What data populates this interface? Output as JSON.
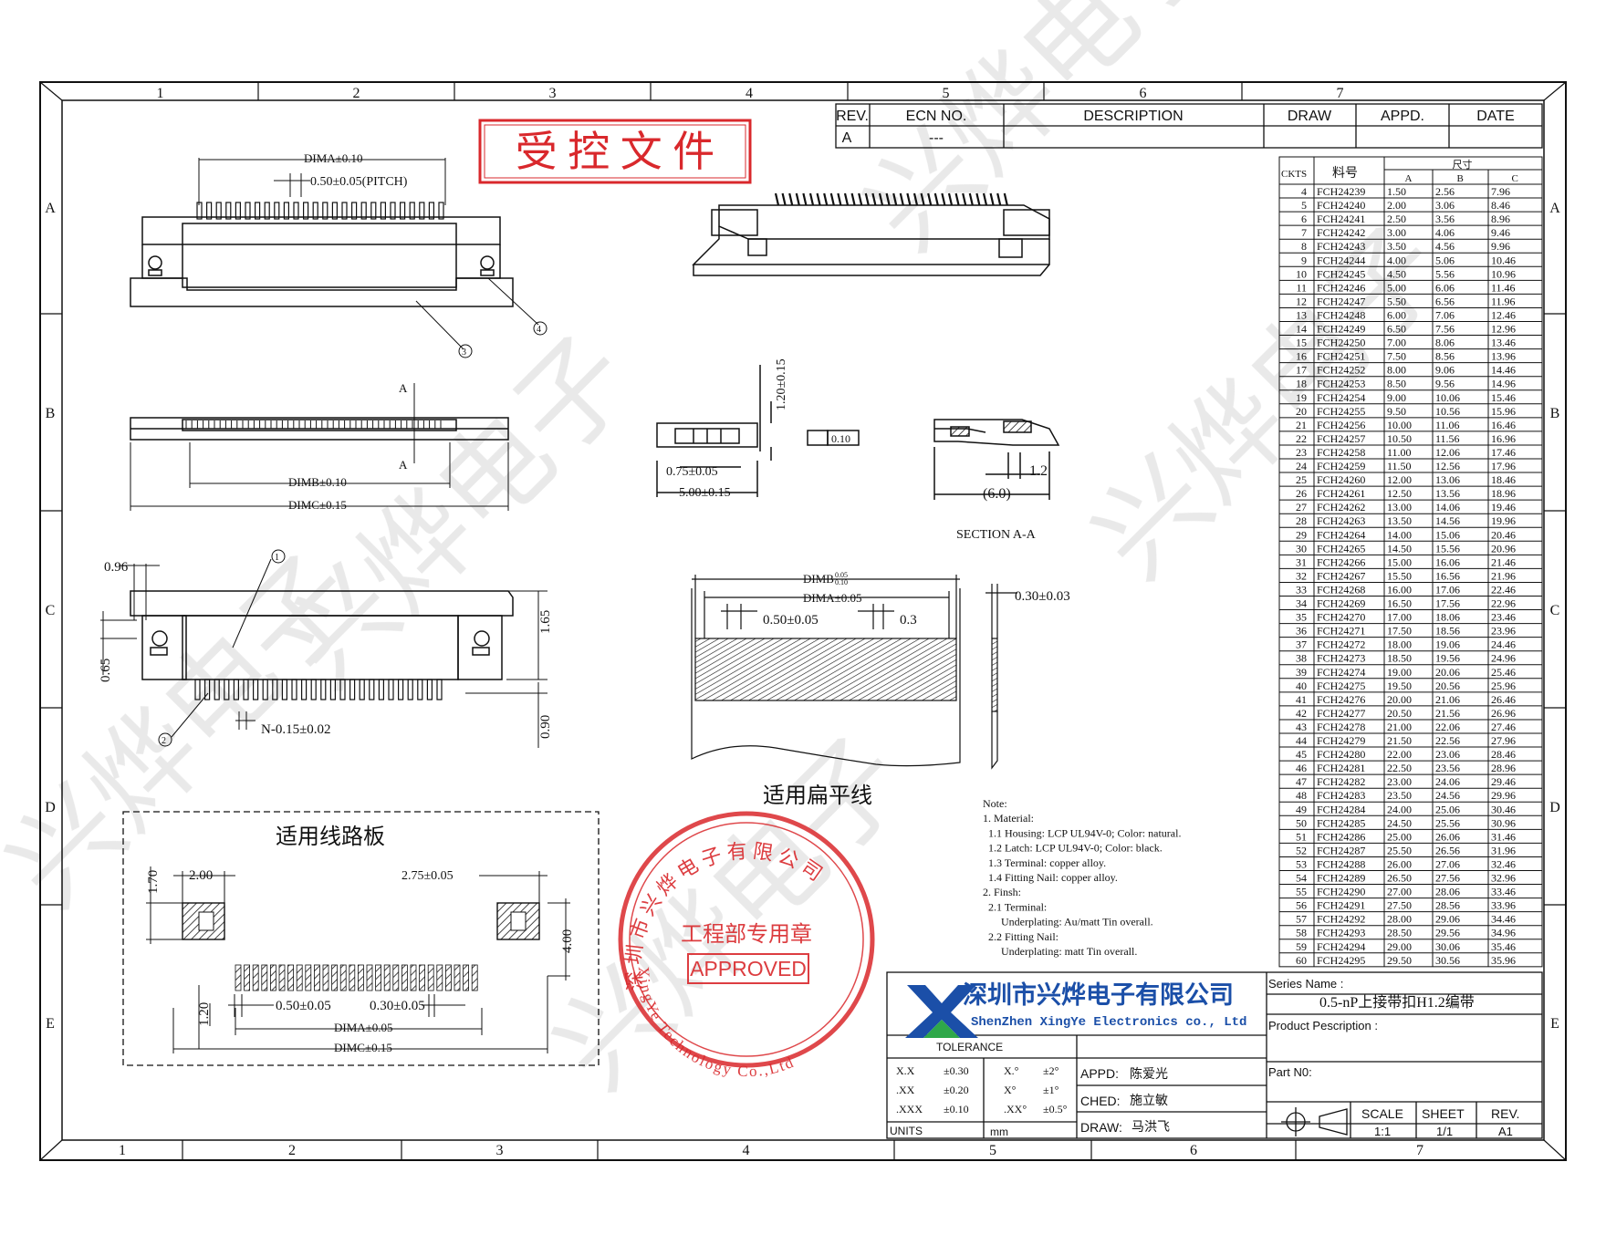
{
  "border": {
    "cols_top": [
      "1",
      "2",
      "3",
      "4",
      "5",
      "6",
      "7"
    ],
    "cols_bottom": [
      "1",
      "2",
      "3",
      "4",
      "5",
      "6",
      "7"
    ],
    "rows": [
      "A",
      "B",
      "C",
      "D",
      "E"
    ]
  },
  "controlled_stamp": "受 控 文 件",
  "revision_table": {
    "headers": [
      "REV.",
      "ECN NO.",
      "DESCRIPTION",
      "DRAW",
      "APPD.",
      "DATE"
    ],
    "row": [
      "A",
      "---",
      "",
      "",
      "",
      ""
    ]
  },
  "parts_table": {
    "col_ckts": "CKTS",
    "col_part": "料号",
    "col_dims": "尺寸",
    "sub_headers": [
      "A",
      "B",
      "C"
    ],
    "rows": [
      [
        "4",
        "FCH24239",
        "1.50",
        "2.56",
        "7.96"
      ],
      [
        "5",
        "FCH24240",
        "2.00",
        "3.06",
        "8.46"
      ],
      [
        "6",
        "FCH24241",
        "2.50",
        "3.56",
        "8.96"
      ],
      [
        "7",
        "FCH24242",
        "3.00",
        "4.06",
        "9.46"
      ],
      [
        "8",
        "FCH24243",
        "3.50",
        "4.56",
        "9.96"
      ],
      [
        "9",
        "FCH24244",
        "4.00",
        "5.06",
        "10.46"
      ],
      [
        "10",
        "FCH24245",
        "4.50",
        "5.56",
        "10.96"
      ],
      [
        "11",
        "FCH24246",
        "5.00",
        "6.06",
        "11.46"
      ],
      [
        "12",
        "FCH24247",
        "5.50",
        "6.56",
        "11.96"
      ],
      [
        "13",
        "FCH24248",
        "6.00",
        "7.06",
        "12.46"
      ],
      [
        "14",
        "FCH24249",
        "6.50",
        "7.56",
        "12.96"
      ],
      [
        "15",
        "FCH24250",
        "7.00",
        "8.06",
        "13.46"
      ],
      [
        "16",
        "FCH24251",
        "7.50",
        "8.56",
        "13.96"
      ],
      [
        "17",
        "FCH24252",
        "8.00",
        "9.06",
        "14.46"
      ],
      [
        "18",
        "FCH24253",
        "8.50",
        "9.56",
        "14.96"
      ],
      [
        "19",
        "FCH24254",
        "9.00",
        "10.06",
        "15.46"
      ],
      [
        "20",
        "FCH24255",
        "9.50",
        "10.56",
        "15.96"
      ],
      [
        "21",
        "FCH24256",
        "10.00",
        "11.06",
        "16.46"
      ],
      [
        "22",
        "FCH24257",
        "10.50",
        "11.56",
        "16.96"
      ],
      [
        "23",
        "FCH24258",
        "11.00",
        "12.06",
        "17.46"
      ],
      [
        "24",
        "FCH24259",
        "11.50",
        "12.56",
        "17.96"
      ],
      [
        "25",
        "FCH24260",
        "12.00",
        "13.06",
        "18.46"
      ],
      [
        "26",
        "FCH24261",
        "12.50",
        "13.56",
        "18.96"
      ],
      [
        "27",
        "FCH24262",
        "13.00",
        "14.06",
        "19.46"
      ],
      [
        "28",
        "FCH24263",
        "13.50",
        "14.56",
        "19.96"
      ],
      [
        "29",
        "FCH24264",
        "14.00",
        "15.06",
        "20.46"
      ],
      [
        "30",
        "FCH24265",
        "14.50",
        "15.56",
        "20.96"
      ],
      [
        "31",
        "FCH24266",
        "15.00",
        "16.06",
        "21.46"
      ],
      [
        "32",
        "FCH24267",
        "15.50",
        "16.56",
        "21.96"
      ],
      [
        "33",
        "FCH24268",
        "16.00",
        "17.06",
        "22.46"
      ],
      [
        "34",
        "FCH24269",
        "16.50",
        "17.56",
        "22.96"
      ],
      [
        "35",
        "FCH24270",
        "17.00",
        "18.06",
        "23.46"
      ],
      [
        "36",
        "FCH24271",
        "17.50",
        "18.56",
        "23.96"
      ],
      [
        "37",
        "FCH24272",
        "18.00",
        "19.06",
        "24.46"
      ],
      [
        "38",
        "FCH24273",
        "18.50",
        "19.56",
        "24.96"
      ],
      [
        "39",
        "FCH24274",
        "19.00",
        "20.06",
        "25.46"
      ],
      [
        "40",
        "FCH24275",
        "19.50",
        "20.56",
        "25.96"
      ],
      [
        "41",
        "FCH24276",
        "20.00",
        "21.06",
        "26.46"
      ],
      [
        "42",
        "FCH24277",
        "20.50",
        "21.56",
        "26.96"
      ],
      [
        "43",
        "FCH24278",
        "21.00",
        "22.06",
        "27.46"
      ],
      [
        "44",
        "FCH24279",
        "21.50",
        "22.56",
        "27.96"
      ],
      [
        "45",
        "FCH24280",
        "22.00",
        "23.06",
        "28.46"
      ],
      [
        "46",
        "FCH24281",
        "22.50",
        "23.56",
        "28.96"
      ],
      [
        "47",
        "FCH24282",
        "23.00",
        "24.06",
        "29.46"
      ],
      [
        "48",
        "FCH24283",
        "23.50",
        "24.56",
        "29.96"
      ],
      [
        "49",
        "FCH24284",
        "24.00",
        "25.06",
        "30.46"
      ],
      [
        "50",
        "FCH24285",
        "24.50",
        "25.56",
        "30.96"
      ],
      [
        "51",
        "FCH24286",
        "25.00",
        "26.06",
        "31.46"
      ],
      [
        "52",
        "FCH24287",
        "25.50",
        "26.56",
        "31.96"
      ],
      [
        "53",
        "FCH24288",
        "26.00",
        "27.06",
        "32.46"
      ],
      [
        "54",
        "FCH24289",
        "26.50",
        "27.56",
        "32.96"
      ],
      [
        "55",
        "FCH24290",
        "27.00",
        "28.06",
        "33.46"
      ],
      [
        "56",
        "FCH24291",
        "27.50",
        "28.56",
        "33.96"
      ],
      [
        "57",
        "FCH24292",
        "28.00",
        "29.06",
        "34.46"
      ],
      [
        "58",
        "FCH24293",
        "28.50",
        "29.56",
        "34.96"
      ],
      [
        "59",
        "FCH24294",
        "29.00",
        "30.06",
        "35.46"
      ],
      [
        "60",
        "FCH24295",
        "29.50",
        "30.56",
        "35.96"
      ]
    ]
  },
  "dims": {
    "dim_a_top": "DIMA±0.10",
    "pitch": "0.50±0.05(PITCH)",
    "callout_3": "3",
    "callout_4": "4",
    "callout_1": "1",
    "callout_2": "2",
    "section_a_top": "A",
    "section_a_bottom": "A",
    "dim_b": "DIMB±0.10",
    "dim_c": "DIMC±0.15",
    "height_120": "1.20±0.15",
    "flatness": "0.10",
    "d075": "0.75±0.05",
    "d500": "5.00±0.15",
    "d12": "1.2",
    "d60": "(6.0)",
    "section_label": "SECTION A-A",
    "d096": "0.96",
    "d065": "0.65",
    "d165": "1.65",
    "d090": "0.90",
    "n_pitch": "N-0.15±0.02",
    "ffc_dimb": "DIMB",
    "ffc_dimb_tol_up": "0.05",
    "ffc_dimb_tol_dn": "0.10",
    "ffc_dima": "DIMA±0.05",
    "ffc_pitch": "0.50±0.05",
    "ffc_03": "0.3",
    "ffc_thick": "0.30±0.03",
    "ffc_title": "适用扁平线",
    "pcb_title": "适用线路板",
    "pcb_170": "1.70",
    "pcb_200": "2.00",
    "pcb_275": "2.75±0.05",
    "pcb_400": "4.00",
    "pcb_120": "1.20",
    "pcb_pitch": "0.50±0.05",
    "pcb_030": "0.30±0.05",
    "pcb_dima": "DIMA±0.05",
    "pcb_dimc": "DIMC±0.15"
  },
  "notes": [
    "Note:",
    "1. Material:",
    "1.1 Housing: LCP UL94V-0; Color: natural.",
    "1.2 Latch: LCP UL94V-0; Color: black.",
    "1.3 Terminal: copper alloy.",
    "1.4 Fitting Nail: copper alloy.",
    "2. Finsh:",
    "2.1 Terminal:",
    "Underplating: Au/matt Tin overall.",
    "2.2 Fitting Nail:",
    "Underplating: matt Tin overall."
  ],
  "seal": {
    "ring_cn": "深圳市兴烨电子有限公司",
    "ring_en": "XingYe Technology Co.,Ltd",
    "center": "工程部专用章",
    "approved": "APPROVED"
  },
  "title_block": {
    "company_cn": "深圳市兴烨电子有限公司",
    "company_en": "ShenZhen XingYe Electronics co., Ltd",
    "series_label": "Series Name :",
    "series_value": "0.5-nP上接带扣H1.2编带",
    "product_label": "Product Pescription :",
    "part_label": "Part N0:",
    "tolerance": "TOLERANCE",
    "tol_rows": [
      [
        "X.X",
        "±0.30",
        "X.°",
        "±2°"
      ],
      [
        ".XX",
        "±0.20",
        "X°",
        "±1°"
      ],
      [
        ".XXX",
        "±0.10",
        ".XX°",
        "±0.5°"
      ]
    ],
    "units_label": "UNITS",
    "units_value": "mm",
    "appd_label": "APPD:",
    "appd_name": "陈爱光",
    "ched_label": "CHED:",
    "ched_name": "施立敏",
    "draw_label": "DRAW:",
    "draw_name": "马洪飞",
    "scale_label": "SCALE",
    "scale_value": "1:1",
    "sheet_label": "SHEET",
    "sheet_value": "1/1",
    "rev_label": "REV.",
    "rev_value": "A1"
  },
  "watermark": "兴烨电子",
  "colors": {
    "stamp_red": "#d9282c",
    "logo_blue": "#1b4fa8",
    "logo_green": "#2fa84a",
    "line": "#111111"
  }
}
